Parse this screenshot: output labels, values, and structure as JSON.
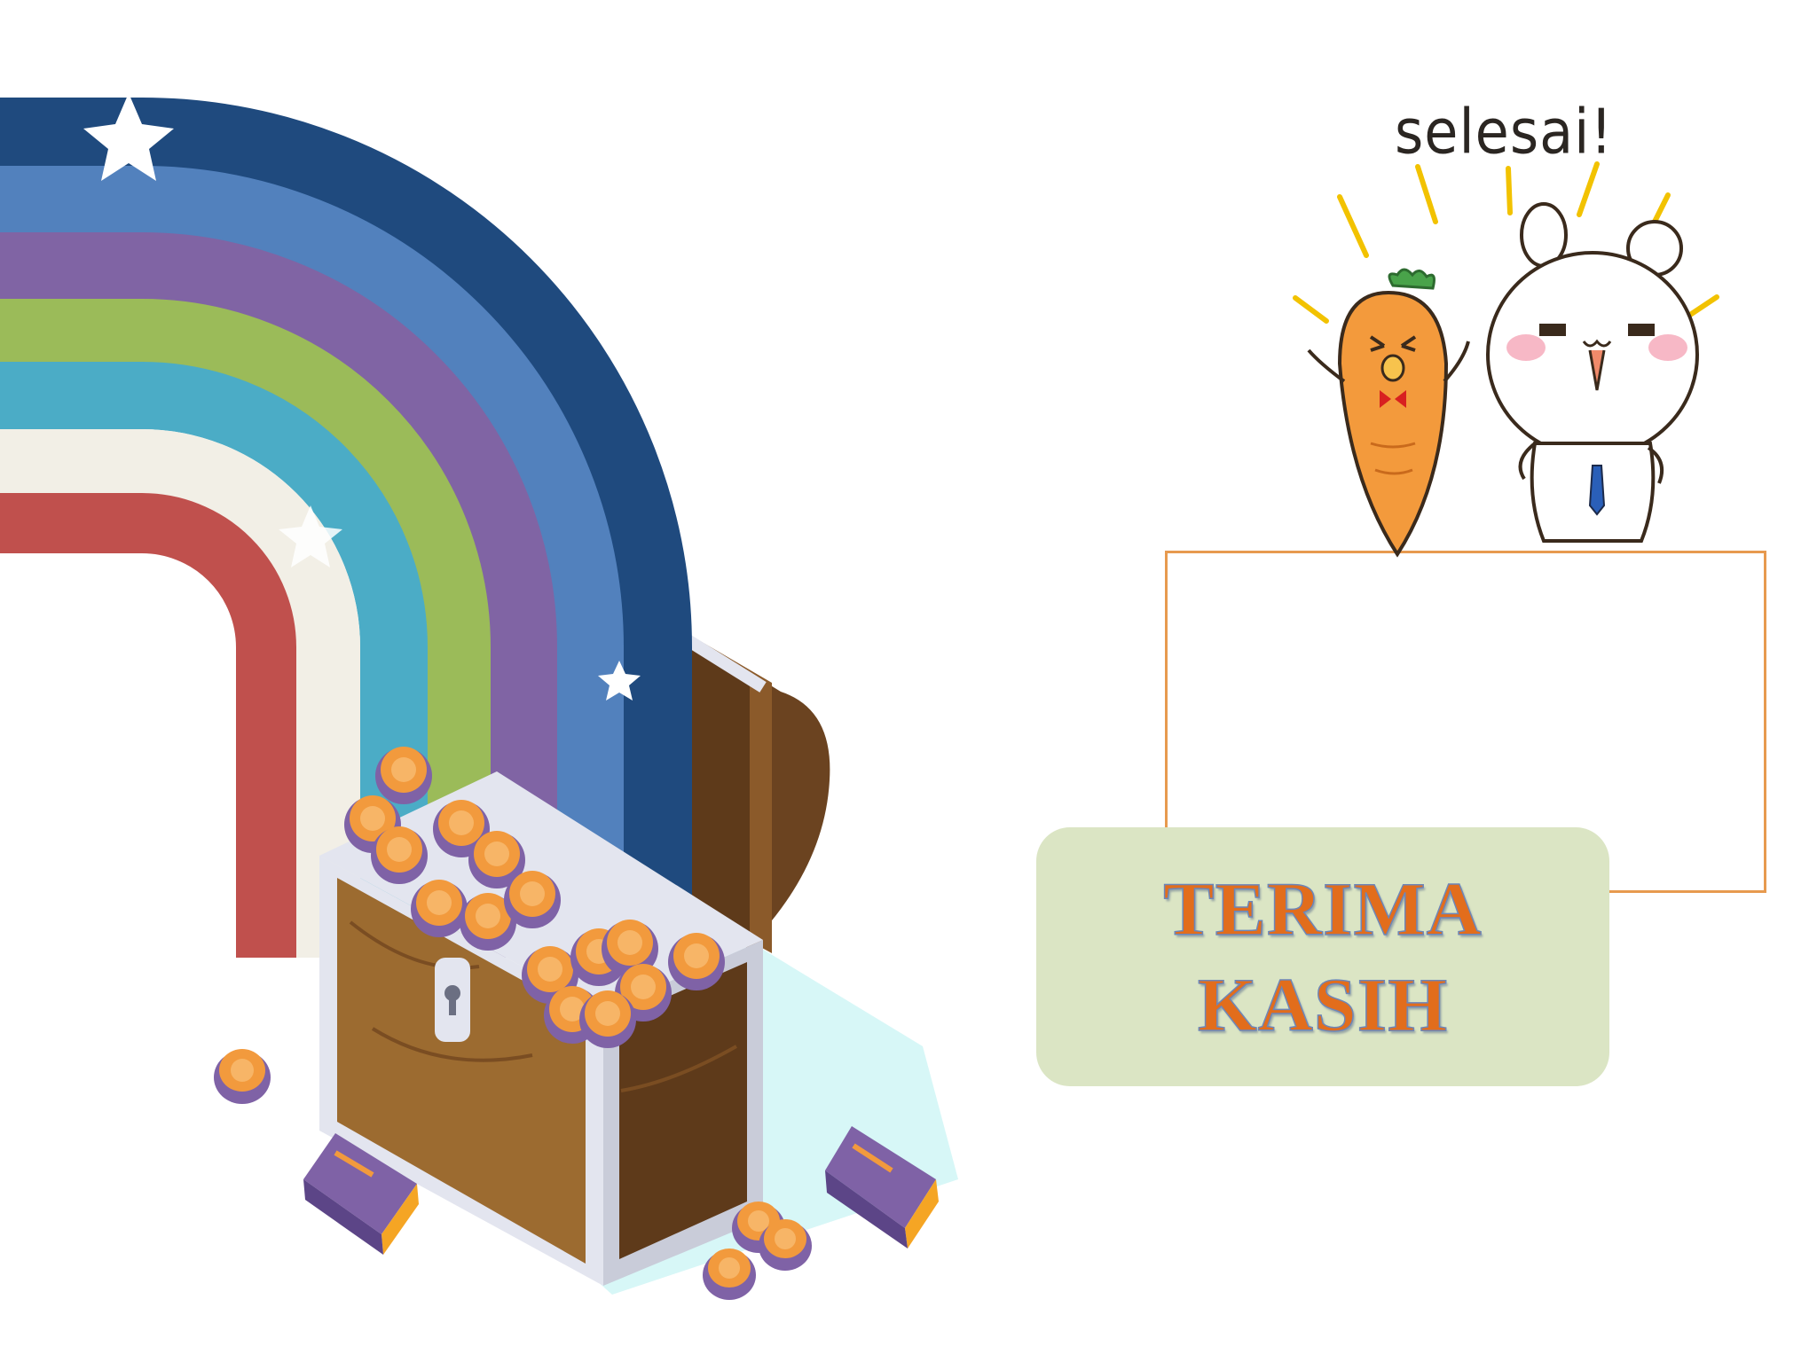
{
  "sticker": {
    "caption": "selesai!",
    "characters": [
      "carrot-character",
      "bunny-character"
    ]
  },
  "card": {
    "line1": "TERIMA",
    "line2": "KASIH"
  },
  "colors": {
    "rainbow": [
      "#1f4a7e",
      "#5281bd",
      "#8064a4",
      "#9bbb59",
      "#4bacc6",
      "#f2efe6",
      "#c0504d"
    ],
    "frame_border": "#e79a4f",
    "card_bg": "#dbe5c4",
    "title_text": "#e26d1c",
    "coin_outer": "#7f62a6",
    "coin_inner": "#f29a3d",
    "chest_wood": "#9c6b30",
    "chest_frame": "#e3e5ef"
  },
  "icons": [
    "star-icon",
    "coin-icon",
    "gold-bar-icon",
    "treasure-chest-icon",
    "rainbow-graphic"
  ]
}
